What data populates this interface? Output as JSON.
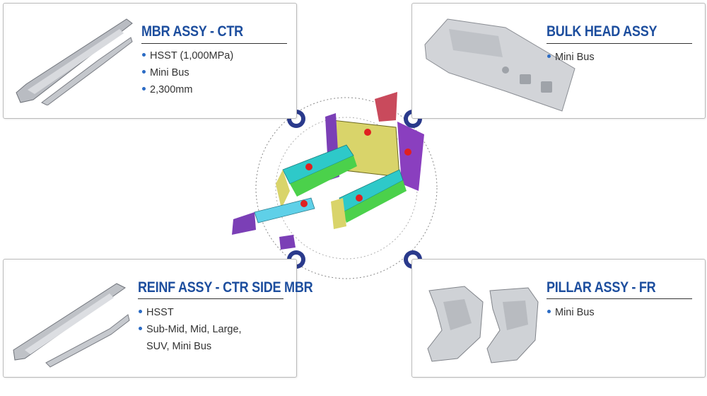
{
  "cards": {
    "mbr": {
      "title": "MBR ASSY - CTR",
      "bullets": [
        "HSST (1,000MPa)",
        "Mini Bus",
        "2,300mm"
      ]
    },
    "bulkhead": {
      "title": "BULK HEAD ASSY",
      "bullets": [
        "Mini Bus"
      ]
    },
    "reinf": {
      "title": "REINF ASSY - CTR SIDE MBR",
      "bullets": [
        "HSST",
        "Sub-Mid, Mid, Large,"
      ],
      "continuation": "SUV, Mini Bus"
    },
    "pillar": {
      "title": "PILLAR ASSY - FR",
      "bullets": [
        "Mini Bus"
      ]
    }
  },
  "colors": {
    "title": "#1d4e9e",
    "bullet": "#2b6bc4",
    "ring_outer": "#2a3a8c",
    "marker": "#e02020"
  }
}
